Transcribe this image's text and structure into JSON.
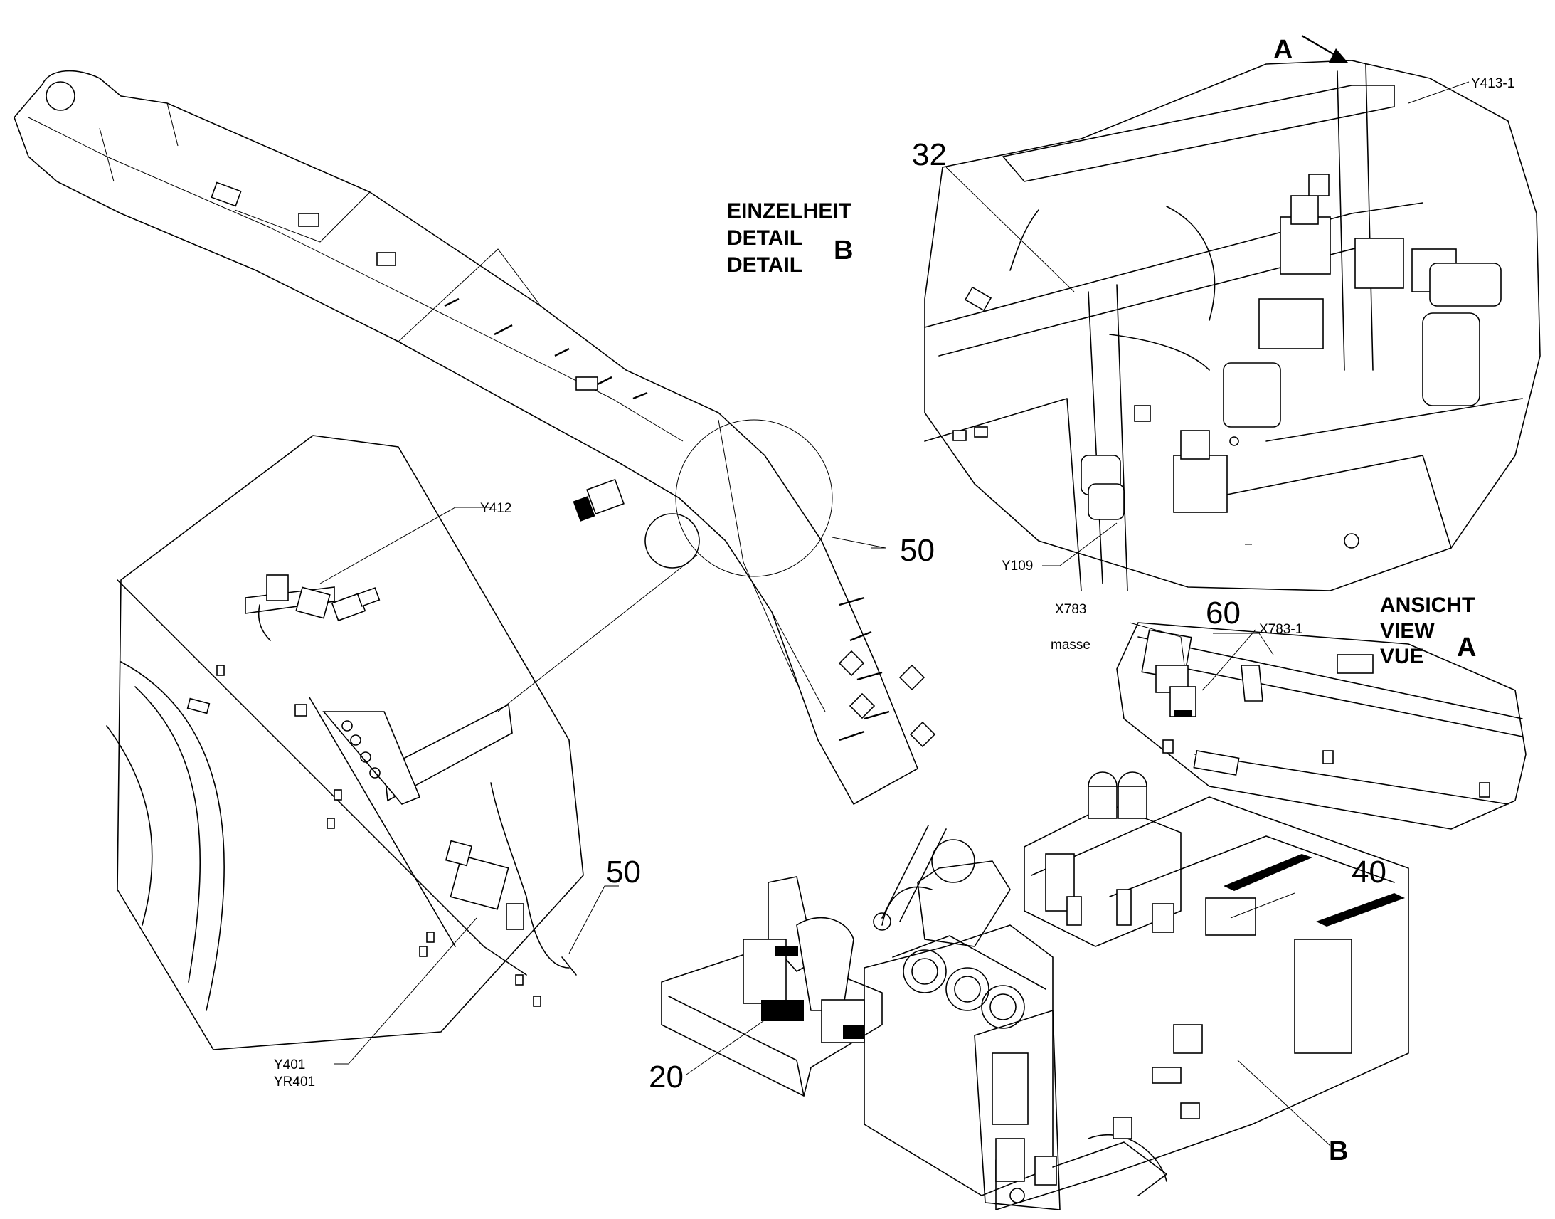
{
  "callouts": {
    "n20": "20",
    "n32": "32",
    "n40": "40",
    "n50_top": "50",
    "n50_left": "50",
    "n60": "60",
    "b_main": "B",
    "a_arrow": "A"
  },
  "labels": {
    "y413_1": "Y413-1",
    "y109": "Y109",
    "y412": "Y412",
    "y401": "Y401",
    "yr401": "YR401",
    "x783": "X783",
    "x783_1": "X783-1",
    "masse": "masse"
  },
  "detail_b_title": {
    "line1": "EINZELHEIT",
    "line2": "DETAIL",
    "line3": "DETAIL",
    "letter": "B"
  },
  "view_a_title": {
    "line1": "ANSICHT",
    "line2": "VIEW",
    "line3": "VUE",
    "letter": "A"
  }
}
